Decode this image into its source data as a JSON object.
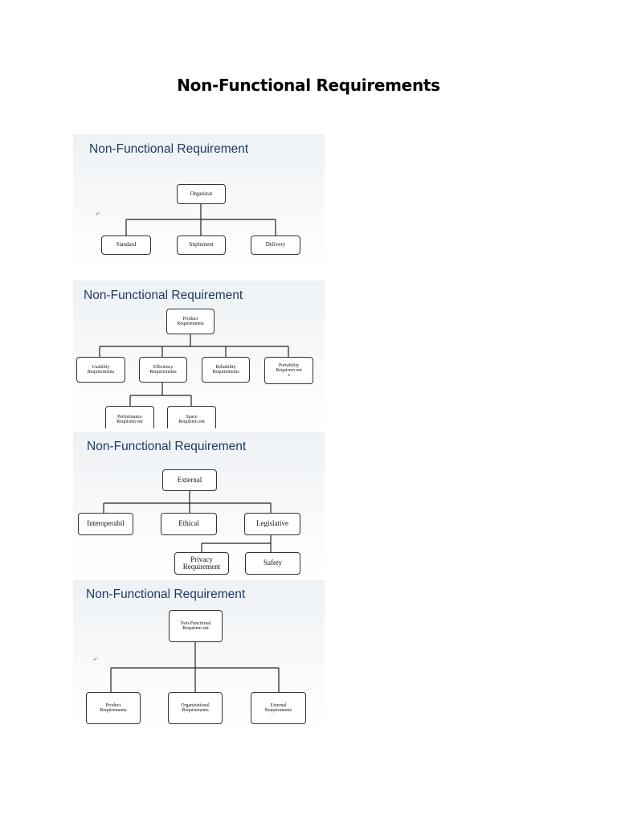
{
  "document": {
    "title": "Non-Functional Requirements"
  },
  "slides": [
    {
      "title": "Non-Functional Requirement",
      "root": "Organizat",
      "children": [
        "Standard",
        "Implement",
        "Delivery"
      ]
    },
    {
      "title": "Non-Functional Requirement",
      "root": "Product\nRequirements",
      "children": [
        "Usability\nRequirements",
        "Efficiency\nRequirements",
        "Reliability\nRequirements",
        "Portability\nRequirem ent\ns"
      ],
      "sub_children": [
        "Performance\nRequirem ent",
        "Space\nRequirem ent"
      ]
    },
    {
      "title": "Non-Functional Requirement",
      "root": "External",
      "children": [
        "Interoperabil",
        "Ethical",
        "Legislative"
      ],
      "sub_children": [
        "Privacy\nRequirement",
        "Safety"
      ]
    },
    {
      "title": "Non-Functional Requirement",
      "root": "Non-Functional\nRequirem ent",
      "children": [
        "Product\nRequirements",
        "Organizational\nRequirements",
        "External\nRequirements"
      ]
    }
  ]
}
